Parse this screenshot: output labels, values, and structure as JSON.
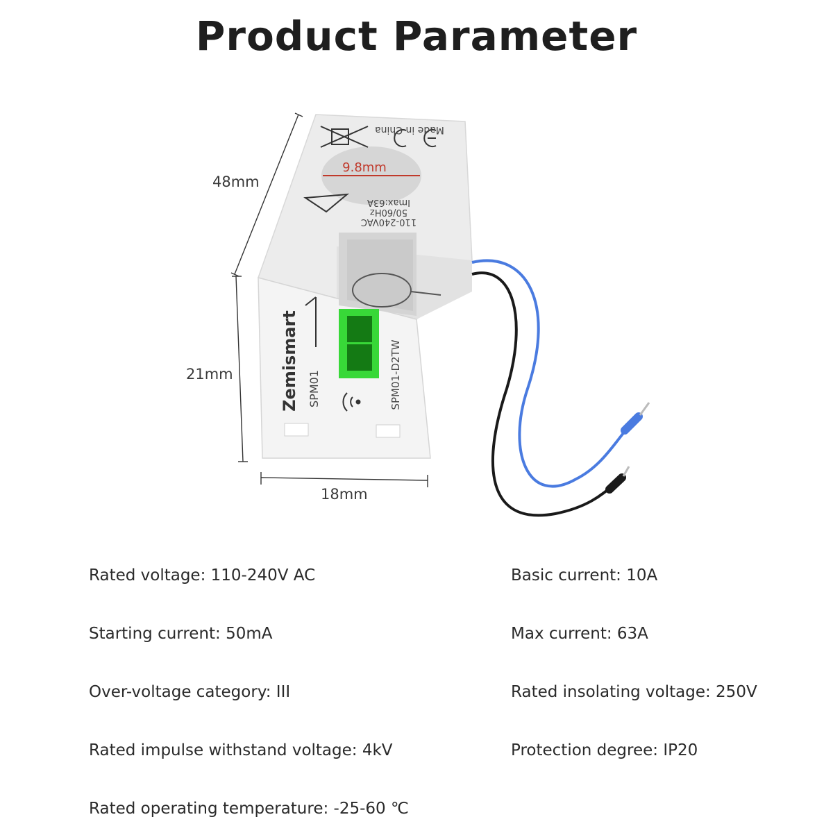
{
  "title": "Product Parameter",
  "dimensions": {
    "height_label": "48mm",
    "depth_label": "21mm",
    "width_label": "18mm",
    "hole_label": "9.8mm"
  },
  "device": {
    "brand": "Zemismart",
    "model": "SPM01",
    "model_side": "SPM01-D2TW",
    "made_in": "Made in China",
    "rating_line1": "110-240VAC",
    "rating_line2": "50/60Hz",
    "rating_line3": "Imax:63A",
    "colors": {
      "body": "#f2f2f2",
      "terminal_green": "#2ecf2e",
      "wire_blue": "#4a7be0",
      "wire_black": "#1a1a1a",
      "dimension_red": "#c0392b"
    }
  },
  "specs": {
    "left": [
      "Rated voltage: 110-240V AC",
      "Starting current: 50mA",
      "Over-voltage category: III",
      "Rated impulse withstand voltage: 4kV",
      "Rated operating temperature: -25-60 ℃"
    ],
    "right": [
      "Basic current: 10A",
      "Max current: 63A",
      "Rated insolating voltage: 250V",
      "Protection degree: IP20"
    ]
  }
}
